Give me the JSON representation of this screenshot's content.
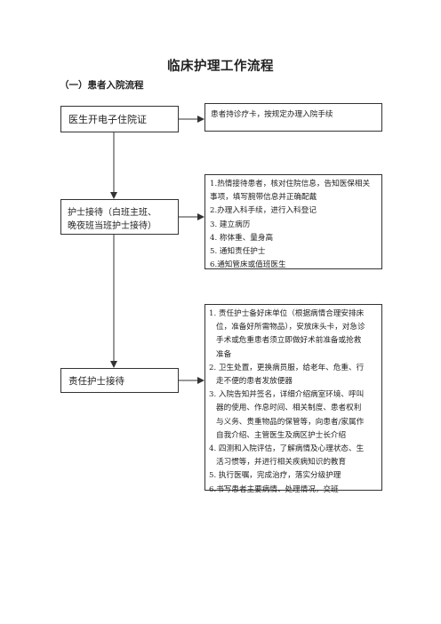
{
  "title": "临床护理工作流程",
  "section": "（一）患者入院流程",
  "boxes": {
    "doctor": "医生开电子住院证",
    "patient": "患者持诊疗卡，按规定办理入院手续",
    "reception": [
      "护士接待（白班主班、",
      "晚夜班当班护士接待）"
    ],
    "nurse": "责任护士接待"
  },
  "steps1": [
    "1.热情接待患者，核对住院信息，告知医保相关",
    "事项，填写腕带信息并正确配戴",
    "2.办理入科手续，进行入科登记",
    "3. 建立病历",
    "4. 称体重、量身高",
    "5. 通知责任护士",
    "6.通知管床或值班医生"
  ],
  "steps2": [
    "1. 责任护士备好床单位（根据病情合理安排床",
    "位，准备好所需物品），安放床头卡，对急诊",
    "手术或危重患者须立即做好术前准备或抢救",
    "准备",
    "2. 卫生处置，更换病员服，给老年、危重、行",
    "走不便的患者发放便器",
    "3. 入院告知并签名，详细介绍病室环境、呼叫",
    "器的使用、作息时间、相关制度、患者权利",
    "与义务、贵重物品的保管等，向患者/家属作",
    "自我介绍、主管医生及病区护士长介绍",
    "4. 四测和入院评估，了解病情及心理状态、生",
    "活习惯等，并进行相关疾病知识的教育",
    "5. 执行医嘱，完成治疗，落实分级护理",
    "6.书写患者主要病情、处理情况，交班"
  ],
  "steps2_indent": [
    false,
    true,
    true,
    true,
    false,
    true,
    false,
    true,
    true,
    true,
    false,
    true,
    false,
    false
  ]
}
